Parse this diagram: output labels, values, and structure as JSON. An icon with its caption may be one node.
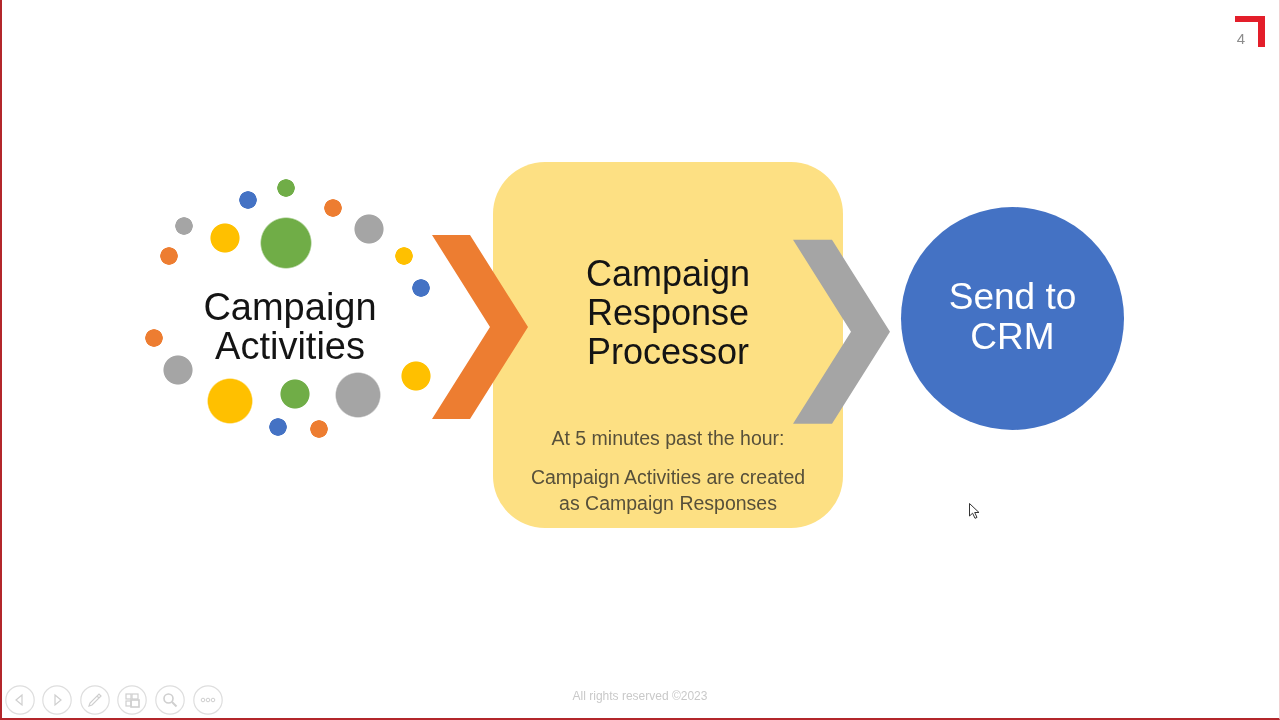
{
  "diagram": {
    "nodes": [
      {
        "text": [
          "Campaign Activities"
        ]
      },
      {
        "text": [
          "Campaign Response Processor",
          "At 5 minutes past the hour:",
          "Campaign Activities are created as Campaign Responses"
        ]
      },
      {
        "text": [
          "Send to CRM"
        ]
      }
    ],
    "edges": [
      {
        "from": 0,
        "to": 1,
        "arrow": "to",
        "color": "#ed7d31"
      },
      {
        "from": 1,
        "to": 2,
        "arrow": "to",
        "color": "#a5a5a5"
      }
    ],
    "labels": [
      "4",
      "All rights reserved ©2023"
    ]
  }
}
